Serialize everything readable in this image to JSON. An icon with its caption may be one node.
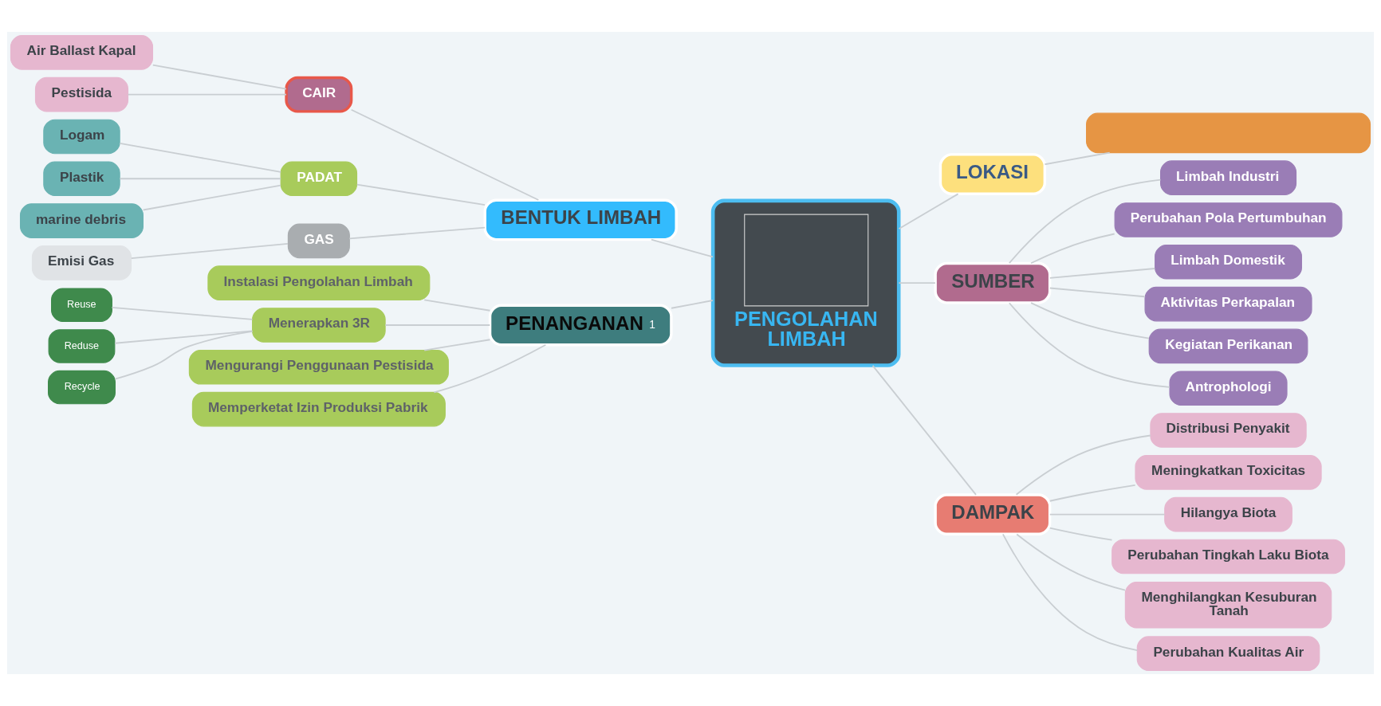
{
  "diagram": {
    "nodes": [
      {
        "text": [
          "PENGOLAHAN LIMBAH"
        ]
      },
      {
        "text": [
          "BENTUK LIMBAH"
        ]
      },
      {
        "text": [
          "CAIR"
        ]
      },
      {
        "text": [
          "Air Ballast Kapal"
        ]
      },
      {
        "text": [
          "Pestisida"
        ]
      },
      {
        "text": [
          "PADAT"
        ]
      },
      {
        "text": [
          "Logam"
        ]
      },
      {
        "text": [
          "Plastik"
        ]
      },
      {
        "text": [
          "marine debris"
        ]
      },
      {
        "text": [
          "GAS"
        ]
      },
      {
        "text": [
          "Emisi Gas"
        ]
      },
      {
        "text": [
          "PENANGANAN",
          "1"
        ]
      },
      {
        "text": [
          "Instalasi Pengolahan Limbah"
        ]
      },
      {
        "text": [
          "Menerapkan 3R"
        ]
      },
      {
        "text": [
          "Reuse"
        ]
      },
      {
        "text": [
          "Reduse"
        ]
      },
      {
        "text": [
          "Recycle"
        ]
      },
      {
        "text": [
          "Mengurangi Penggunaan Pestisida"
        ]
      },
      {
        "text": [
          "Memperketat Izin Produksi Pabrik"
        ]
      },
      {
        "text": [
          "LOKASI"
        ]
      },
      {
        "text": [],
        "shape": "box"
      },
      {
        "text": [
          "SUMBER"
        ]
      },
      {
        "text": [
          "Limbah Industri"
        ]
      },
      {
        "text": [
          "Perubahan Pola Pertumbuhan"
        ]
      },
      {
        "text": [
          "Limbah Domestik"
        ]
      },
      {
        "text": [
          "Aktivitas Perkapalan"
        ]
      },
      {
        "text": [
          "Kegiatan Perikanan"
        ]
      },
      {
        "text": [
          "Antrophologi"
        ]
      },
      {
        "text": [
          "DAMPAK"
        ]
      },
      {
        "text": [
          "Distribusi Penyakit"
        ]
      },
      {
        "text": [
          "Meningkatkan Toxicitas"
        ]
      },
      {
        "text": [
          "Hilangya Biota"
        ]
      },
      {
        "text": [
          "Perubahan Tingkah Laku Biota"
        ]
      },
      {
        "text": [
          "Menghilangkan Kesuburan Tanah"
        ]
      },
      {
        "text": [
          "Perubahan Kualitas Air"
        ]
      }
    ],
    "edges": [
      {
        "from": 0,
        "to": 1,
        "arrow": "none"
      },
      {
        "from": 1,
        "to": 2,
        "arrow": "none"
      },
      {
        "from": 2,
        "to": 3,
        "arrow": "none"
      },
      {
        "from": 2,
        "to": 4,
        "arrow": "none"
      },
      {
        "from": 1,
        "to": 5,
        "arrow": "none"
      },
      {
        "from": 5,
        "to": 6,
        "arrow": "none"
      },
      {
        "from": 5,
        "to": 7,
        "arrow": "none"
      },
      {
        "from": 5,
        "to": 8,
        "arrow": "none"
      },
      {
        "from": 1,
        "to": 9,
        "arrow": "none"
      },
      {
        "from": 9,
        "to": 10,
        "arrow": "none"
      },
      {
        "from": 0,
        "to": 11,
        "arrow": "none"
      },
      {
        "from": 11,
        "to": 12,
        "arrow": "none"
      },
      {
        "from": 11,
        "to": 13,
        "arrow": "none"
      },
      {
        "from": 13,
        "to": 14,
        "arrow": "none"
      },
      {
        "from": 13,
        "to": 15,
        "arrow": "none"
      },
      {
        "from": 13,
        "to": 16,
        "arrow": "none"
      },
      {
        "from": 11,
        "to": 17,
        "arrow": "none"
      },
      {
        "from": 11,
        "to": 18,
        "arrow": "none"
      },
      {
        "from": 0,
        "to": 19,
        "arrow": "none"
      },
      {
        "from": 19,
        "to": 20,
        "arrow": "none"
      },
      {
        "from": 0,
        "to": 21,
        "arrow": "none"
      },
      {
        "from": 21,
        "to": 22,
        "arrow": "none"
      },
      {
        "from": 21,
        "to": 23,
        "arrow": "none"
      },
      {
        "from": 21,
        "to": 24,
        "arrow": "none"
      },
      {
        "from": 21,
        "to": 25,
        "arrow": "none"
      },
      {
        "from": 21,
        "to": 26,
        "arrow": "none"
      },
      {
        "from": 21,
        "to": 27,
        "arrow": "none"
      },
      {
        "from": 0,
        "to": 28,
        "arrow": "none"
      },
      {
        "from": 28,
        "to": 29,
        "arrow": "none"
      },
      {
        "from": 28,
        "to": 30,
        "arrow": "none"
      },
      {
        "from": 28,
        "to": 31,
        "arrow": "none"
      },
      {
        "from": 28,
        "to": 32,
        "arrow": "none"
      },
      {
        "from": 28,
        "to": 33,
        "arrow": "none"
      },
      {
        "from": 28,
        "to": 34,
        "arrow": "none"
      }
    ]
  }
}
